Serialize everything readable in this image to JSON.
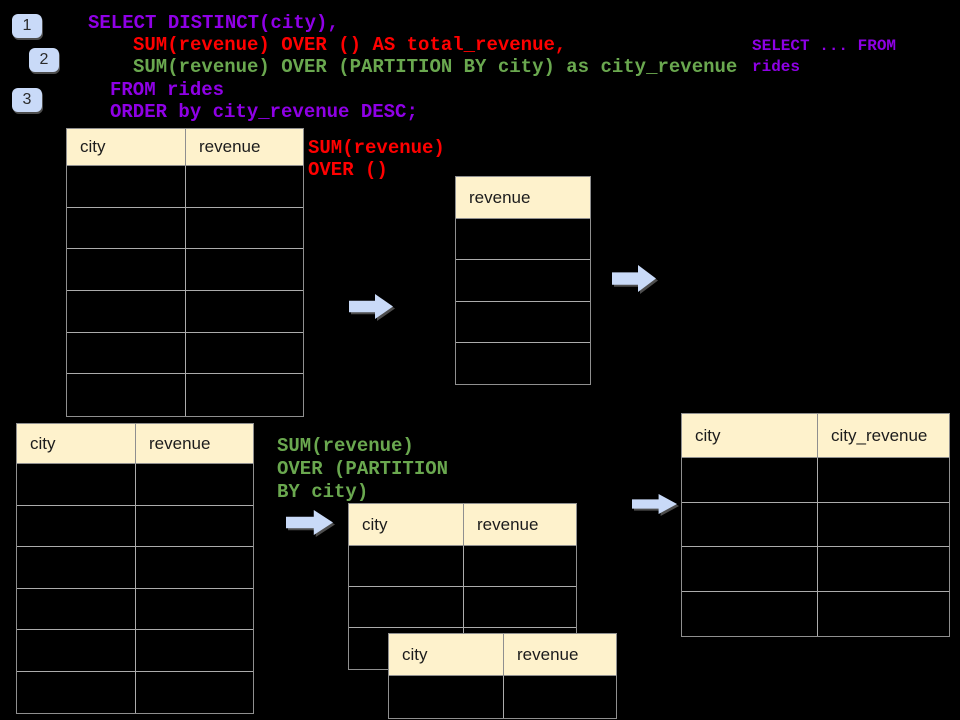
{
  "colors": {
    "purple": "#8F00E6",
    "red": "#FF0000",
    "green": "#6AA84F",
    "arrow_blue": "#C9DAF8",
    "header_cream": "#FEF2CC"
  },
  "step_badges": [
    {
      "label": "1"
    },
    {
      "label": "2"
    },
    {
      "label": "3"
    }
  ],
  "sql_code": {
    "line1": "SELECT DISTINCT(city),",
    "line2": "SUM(revenue) OVER () AS total_revenue,",
    "line3": "SUM(revenue) OVER (PARTITION BY city) as city_revenue",
    "line4": "FROM rides",
    "line5": "ORDER by city_revenue DESC;"
  },
  "from_note": {
    "line1": "SELECT ... FROM",
    "line2": "rides"
  },
  "annotation_total": {
    "line1": "SUM(revenue)",
    "line2": "OVER ()"
  },
  "annotation_partition": {
    "line1": "SUM(revenue)",
    "line2": "OVER (PARTITION",
    "line3": "BY city)"
  },
  "tables": {
    "source_top": {
      "headers": [
        "city",
        "revenue"
      ],
      "body_rows": 6
    },
    "total_result": {
      "headers": [
        "revenue"
      ],
      "body_rows": 4
    },
    "source_bottom": {
      "headers": [
        "city",
        "revenue"
      ],
      "body_rows": 6
    },
    "partition_city_a": {
      "headers": [
        "city",
        "revenue"
      ],
      "body_rows": 3
    },
    "partition_city_b": {
      "headers": [
        "city",
        "revenue"
      ],
      "body_rows": 1
    },
    "city_revenue_result": {
      "headers": [
        "city",
        "city_revenue"
      ],
      "body_rows": 4
    }
  }
}
